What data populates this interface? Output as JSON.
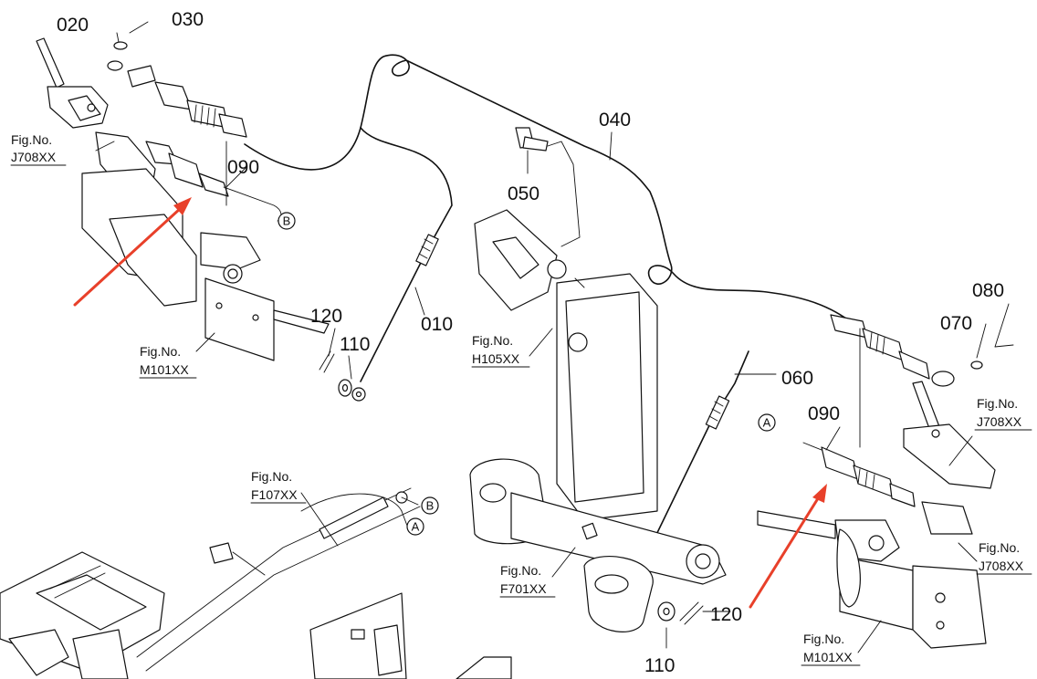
{
  "part_numbers": {
    "p020": "020",
    "p030": "030",
    "p040": "040",
    "p050": "050",
    "p010": "010",
    "p060": "060",
    "p070": "070",
    "p080": "080",
    "p090_left": "090",
    "p090_right": "090",
    "p120_left": "120",
    "p110_left": "110",
    "p120_right": "120",
    "p110_right": "110"
  },
  "figure_refs": {
    "fig_j708_left": {
      "prefix": "Fig.No.",
      "code": "J708XX"
    },
    "fig_m101_left": {
      "prefix": "Fig.No.",
      "code": "M101XX"
    },
    "fig_h105": {
      "prefix": "Fig.No.",
      "code": "H105XX"
    },
    "fig_f107": {
      "prefix": "Fig.No.",
      "code": "F107XX"
    },
    "fig_f701": {
      "prefix": "Fig.No.",
      "code": "F701XX"
    },
    "fig_j708_right_top": {
      "prefix": "Fig.No.",
      "code": "J708XX"
    },
    "fig_j708_right_bottom": {
      "prefix": "Fig.No.",
      "code": "J708XX"
    },
    "fig_m101_right": {
      "prefix": "Fig.No.",
      "code": "M101XX"
    }
  },
  "callouts": {
    "b_upper": "B",
    "a_right": "A",
    "b_lower": "B",
    "a_lower": "A"
  },
  "colors": {
    "line": "#111111",
    "highlight_arrow": "#e8402a",
    "background": "#ffffff"
  }
}
